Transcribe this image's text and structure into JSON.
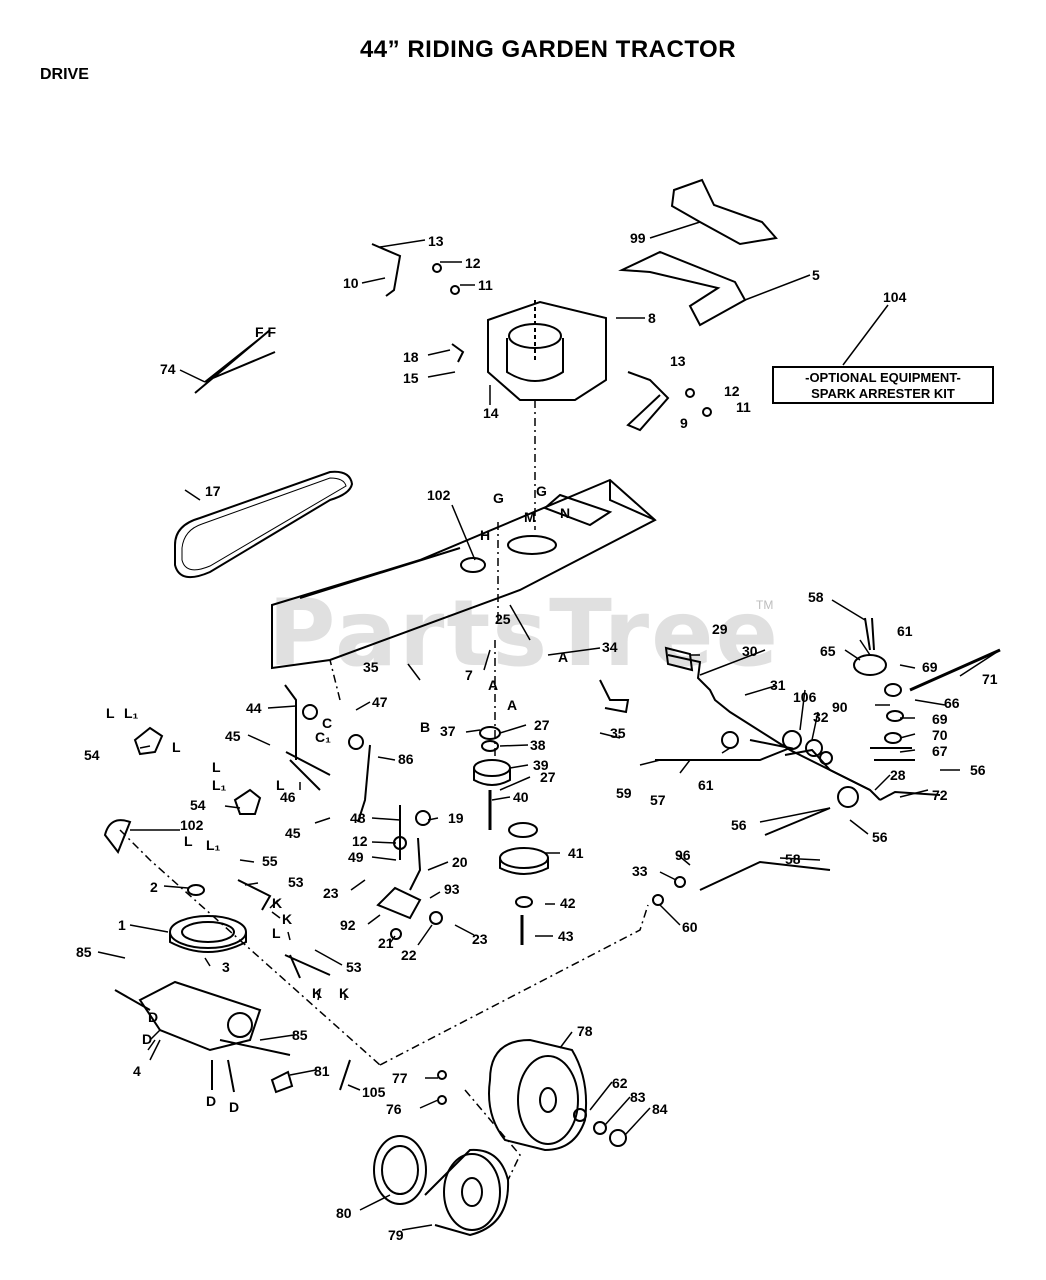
{
  "header": {
    "title": "44” RIDING GARDEN TRACTOR",
    "section": "DRIVE"
  },
  "watermark": {
    "text": "PartsTree",
    "trademark": "TM"
  },
  "callout_box": {
    "line1": "-OPTIONAL EQUIPMENT-",
    "line2": "SPARK ARRESTER KIT"
  },
  "part_labels": [
    {
      "id": "p13a",
      "text": "13"
    },
    {
      "id": "p12a",
      "text": "12"
    },
    {
      "id": "p10",
      "text": "10"
    },
    {
      "id": "p11a",
      "text": "11"
    },
    {
      "id": "p99",
      "text": "99"
    },
    {
      "id": "p5",
      "text": "5"
    },
    {
      "id": "p104",
      "text": "104"
    },
    {
      "id": "p8",
      "text": "8"
    },
    {
      "id": "p18",
      "text": "18"
    },
    {
      "id": "p15",
      "text": "15"
    },
    {
      "id": "p14",
      "text": "14"
    },
    {
      "id": "pFF",
      "text": "F F"
    },
    {
      "id": "p74",
      "text": "74"
    },
    {
      "id": "p13b",
      "text": "13"
    },
    {
      "id": "p12b",
      "text": "12"
    },
    {
      "id": "p11b",
      "text": "11"
    },
    {
      "id": "p9",
      "text": "9"
    },
    {
      "id": "p17",
      "text": "17"
    },
    {
      "id": "p102a",
      "text": "102"
    },
    {
      "id": "pG1",
      "text": "G"
    },
    {
      "id": "pG2",
      "text": "G"
    },
    {
      "id": "pH",
      "text": "H"
    },
    {
      "id": "pM",
      "text": "M"
    },
    {
      "id": "pN",
      "text": "N"
    },
    {
      "id": "p25",
      "text": "25"
    },
    {
      "id": "p58a",
      "text": "58"
    },
    {
      "id": "p61a",
      "text": "61"
    },
    {
      "id": "p29",
      "text": "29"
    },
    {
      "id": "p30",
      "text": "30"
    },
    {
      "id": "p65",
      "text": "65"
    },
    {
      "id": "p69a",
      "text": "69"
    },
    {
      "id": "p71",
      "text": "71"
    },
    {
      "id": "p7",
      "text": "7"
    },
    {
      "id": "p34",
      "text": "34"
    },
    {
      "id": "p35a",
      "text": "35"
    },
    {
      "id": "pA1",
      "text": "A"
    },
    {
      "id": "pA2",
      "text": "A"
    },
    {
      "id": "pA3",
      "text": "A"
    },
    {
      "id": "p31",
      "text": "31"
    },
    {
      "id": "p106",
      "text": "106"
    },
    {
      "id": "p90",
      "text": "90"
    },
    {
      "id": "p66",
      "text": "66"
    },
    {
      "id": "p32",
      "text": "32"
    },
    {
      "id": "p69b",
      "text": "69"
    },
    {
      "id": "p70",
      "text": "70"
    },
    {
      "id": "p67",
      "text": "67"
    },
    {
      "id": "p44",
      "text": "44"
    },
    {
      "id": "p47",
      "text": "47"
    },
    {
      "id": "pL1",
      "text": "L"
    },
    {
      "id": "pL1b",
      "text": "L₁"
    },
    {
      "id": "p54a",
      "text": "54"
    },
    {
      "id": "pLa",
      "text": "L"
    },
    {
      "id": "p45a",
      "text": "45"
    },
    {
      "id": "pC",
      "text": "C"
    },
    {
      "id": "pC1",
      "text": "C₁"
    },
    {
      "id": "pB",
      "text": "B"
    },
    {
      "id": "p37",
      "text": "37"
    },
    {
      "id": "p27a",
      "text": "27"
    },
    {
      "id": "p38",
      "text": "38"
    },
    {
      "id": "p35b",
      "text": "35"
    },
    {
      "id": "p39",
      "text": "39"
    },
    {
      "id": "p27b",
      "text": "27"
    },
    {
      "id": "p86",
      "text": "86"
    },
    {
      "id": "p46",
      "text": "46"
    },
    {
      "id": "pL2",
      "text": "L"
    },
    {
      "id": "pL2b",
      "text": "L₁"
    },
    {
      "id": "p54b",
      "text": "54"
    },
    {
      "id": "pL3",
      "text": "L"
    },
    {
      "id": "p59",
      "text": "59"
    },
    {
      "id": "p57",
      "text": "57"
    },
    {
      "id": "p61b",
      "text": "61"
    },
    {
      "id": "p28",
      "text": "28"
    },
    {
      "id": "p56a",
      "text": "56"
    },
    {
      "id": "p72",
      "text": "72"
    },
    {
      "id": "p40",
      "text": "40"
    },
    {
      "id": "p48",
      "text": "48"
    },
    {
      "id": "p19",
      "text": "19"
    },
    {
      "id": "p45b",
      "text": "45"
    },
    {
      "id": "p102b",
      "text": "102"
    },
    {
      "id": "p56b",
      "text": "56"
    },
    {
      "id": "p56c",
      "text": "56"
    },
    {
      "id": "p12c",
      "text": "12"
    },
    {
      "id": "p49",
      "text": "49"
    },
    {
      "id": "p20",
      "text": "20"
    },
    {
      "id": "p41",
      "text": "41"
    },
    {
      "id": "p58b",
      "text": "58"
    },
    {
      "id": "pL4",
      "text": "L"
    },
    {
      "id": "pL4b",
      "text": "L₁"
    },
    {
      "id": "p55",
      "text": "55"
    },
    {
      "id": "p96",
      "text": "96"
    },
    {
      "id": "p33",
      "text": "33"
    },
    {
      "id": "p53a",
      "text": "53"
    },
    {
      "id": "p2",
      "text": "2"
    },
    {
      "id": "p23a",
      "text": "23"
    },
    {
      "id": "p93",
      "text": "93"
    },
    {
      "id": "pK1",
      "text": "K"
    },
    {
      "id": "pK2",
      "text": "K"
    },
    {
      "id": "p42",
      "text": "42"
    },
    {
      "id": "p60",
      "text": "60"
    },
    {
      "id": "p1",
      "text": "1"
    },
    {
      "id": "p92",
      "text": "92"
    },
    {
      "id": "p23b",
      "text": "23"
    },
    {
      "id": "p21",
      "text": "21"
    },
    {
      "id": "p43",
      "text": "43"
    },
    {
      "id": "p22",
      "text": "22"
    },
    {
      "id": "p85a",
      "text": "85"
    },
    {
      "id": "pL5",
      "text": "L"
    },
    {
      "id": "p53b",
      "text": "53"
    },
    {
      "id": "p3",
      "text": "3"
    },
    {
      "id": "pK3",
      "text": "K"
    },
    {
      "id": "pK4",
      "text": "K"
    },
    {
      "id": "p78",
      "text": "78"
    },
    {
      "id": "p85b",
      "text": "85"
    },
    {
      "id": "p81",
      "text": "81"
    },
    {
      "id": "p77",
      "text": "77"
    },
    {
      "id": "p4",
      "text": "4"
    },
    {
      "id": "p105",
      "text": "105"
    },
    {
      "id": "p62",
      "text": "62"
    },
    {
      "id": "p83",
      "text": "83"
    },
    {
      "id": "p76",
      "text": "76"
    },
    {
      "id": "p84",
      "text": "84"
    },
    {
      "id": "pD1",
      "text": "D"
    },
    {
      "id": "pD2",
      "text": "D"
    },
    {
      "id": "pD3",
      "text": "D"
    },
    {
      "id": "pD4",
      "text": "D"
    },
    {
      "id": "p80",
      "text": "80"
    },
    {
      "id": "p79",
      "text": "79"
    }
  ]
}
